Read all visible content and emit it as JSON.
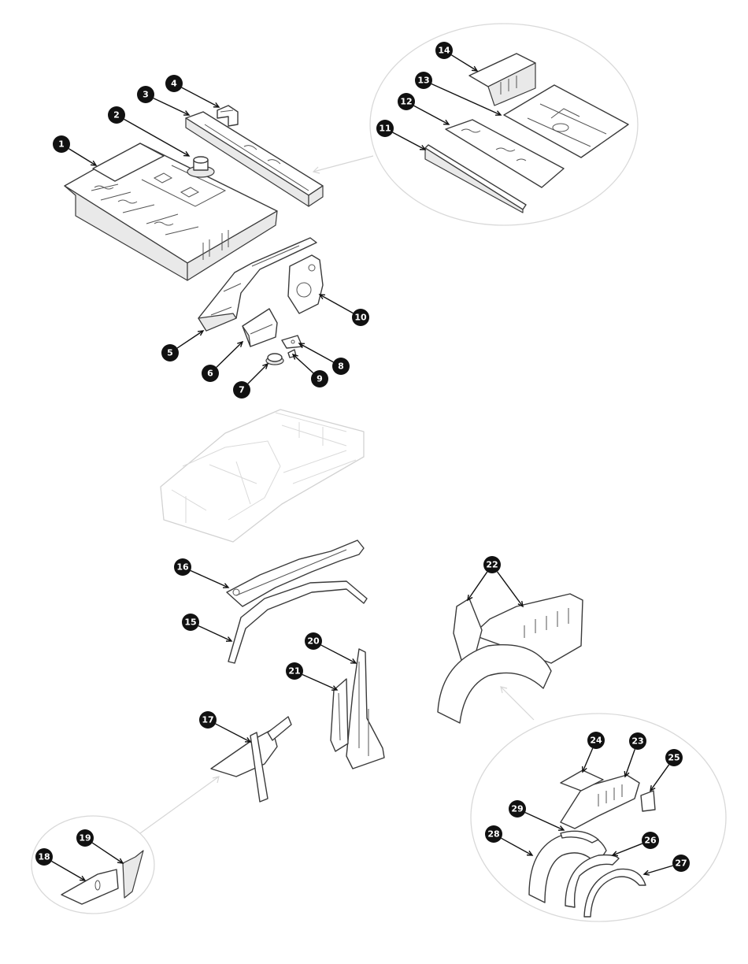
{
  "parts": [
    {
      "id": "part-1",
      "label": "1"
    },
    {
      "id": "part-2",
      "label": "2"
    },
    {
      "id": "part-3",
      "label": "3"
    },
    {
      "id": "part-4",
      "label": "4"
    },
    {
      "id": "part-5",
      "label": "5"
    },
    {
      "id": "part-6",
      "label": "6"
    },
    {
      "id": "part-7",
      "label": "7"
    },
    {
      "id": "part-8",
      "label": "8"
    },
    {
      "id": "part-9",
      "label": "9"
    },
    {
      "id": "part-10",
      "label": "10"
    },
    {
      "id": "part-11",
      "label": "11"
    },
    {
      "id": "part-12",
      "label": "12"
    },
    {
      "id": "part-13",
      "label": "13"
    },
    {
      "id": "part-14",
      "label": "14"
    },
    {
      "id": "part-15",
      "label": "15"
    },
    {
      "id": "part-16",
      "label": "16"
    },
    {
      "id": "part-17",
      "label": "17"
    },
    {
      "id": "part-18",
      "label": "18"
    },
    {
      "id": "part-19",
      "label": "19"
    },
    {
      "id": "part-20",
      "label": "20"
    },
    {
      "id": "part-21",
      "label": "21"
    },
    {
      "id": "part-22",
      "label": "22"
    },
    {
      "id": "part-23",
      "label": "23"
    },
    {
      "id": "part-24",
      "label": "24"
    },
    {
      "id": "part-25",
      "label": "25"
    },
    {
      "id": "part-26",
      "label": "26"
    },
    {
      "id": "part-27",
      "label": "27"
    },
    {
      "id": "part-28",
      "label": "28"
    },
    {
      "id": "part-29",
      "label": "29"
    }
  ]
}
